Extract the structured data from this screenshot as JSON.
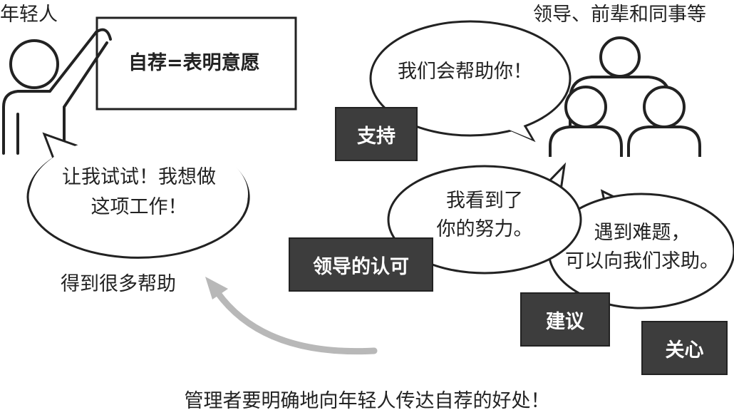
{
  "left": {
    "label": "年轻人",
    "board_text": "自荐=表明意愿",
    "bubble_line1": "让我试试！我想做",
    "bubble_line2": "这项工作！",
    "result": "得到很多帮助"
  },
  "right": {
    "label": "领导、前辈和同事等",
    "bubble_support": "我们会帮助你！",
    "tag_support": "支持",
    "bubble_recognition_line1": "我看到了",
    "bubble_recognition_line2": "你的努力。",
    "tag_recognition": "领导的认可",
    "bubble_help_line1": "遇到难题，",
    "bubble_help_line2": "可以向我们求助。",
    "tag_advice": "建议",
    "tag_care": "关心"
  },
  "caption": "管理者要明确地向年轻人传达自荐的好处！",
  "colors": {
    "tag_bg": "#3d3d3d",
    "arrow": "#b5b5b5",
    "line": "#222222"
  }
}
